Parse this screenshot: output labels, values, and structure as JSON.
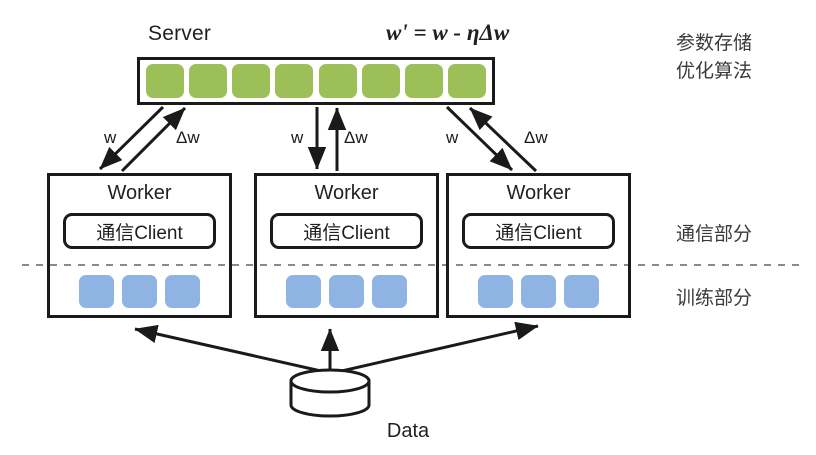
{
  "diagram": {
    "title_server": "Server",
    "formula": "w' = w - ηΔw",
    "server": {
      "cell_count": 8,
      "cell_color": "#9cbf58",
      "cell_label": "parameter-block"
    },
    "workers": [
      {
        "title": "Worker",
        "client_label": "通信Client",
        "cell_count": 3,
        "cell_color": "#8fb4e3",
        "arrow_down_label": "w",
        "arrow_up_label": "Δw"
      },
      {
        "title": "Worker",
        "client_label": "通信Client",
        "cell_count": 3,
        "cell_color": "#8fb4e3",
        "arrow_down_label": "w",
        "arrow_up_label": "Δw"
      },
      {
        "title": "Worker",
        "client_label": "通信Client",
        "cell_count": 3,
        "cell_color": "#8fb4e3",
        "arrow_down_label": "w",
        "arrow_up_label": "Δw"
      }
    ],
    "side_labels": {
      "param_storage": "参数存储",
      "optimization": "优化算法",
      "communication": "通信部分",
      "training": "训练部分"
    },
    "datastore": {
      "label": "Data",
      "shape": "cylinder"
    },
    "divider": {
      "style": "dashed",
      "color": "#8a8a8a"
    },
    "colors": {
      "stroke": "#1a1a1a",
      "green": "#9cbf58",
      "blue": "#8fb4e3",
      "text": "#231f20",
      "side_text": "#3a3a3a",
      "background": "#ffffff"
    }
  }
}
